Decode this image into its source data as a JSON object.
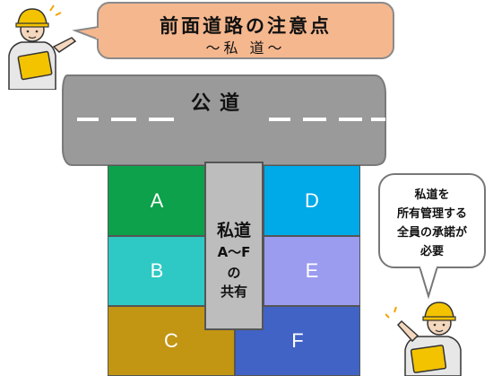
{
  "title": {
    "main": "前面道路の注意点",
    "sub": "〜私 道〜"
  },
  "road": {
    "label": "公道"
  },
  "lots": {
    "a": "A",
    "b": "B",
    "c": "C",
    "d": "D",
    "e": "E",
    "f": "F"
  },
  "private_road": {
    "line1": "私道",
    "line2": "A〜F",
    "line3": "の",
    "line4": "共有"
  },
  "note": {
    "line1": "私道を",
    "line2": "所有管理する",
    "line3": "全員の承諾が",
    "line4": "必要"
  },
  "colors": {
    "lot_a": "#0ca14a",
    "lot_b": "#2ec9c4",
    "lot_c": "#c29612",
    "lot_d": "#00a9e8",
    "lot_e": "#9b9bf0",
    "lot_f": "#4163c6",
    "road": "#9a9a9a",
    "title_bubble": "#f5b78e"
  },
  "icons": {
    "worker_top": "worker-pointing-icon",
    "worker_bottom": "worker-pointing-icon"
  }
}
